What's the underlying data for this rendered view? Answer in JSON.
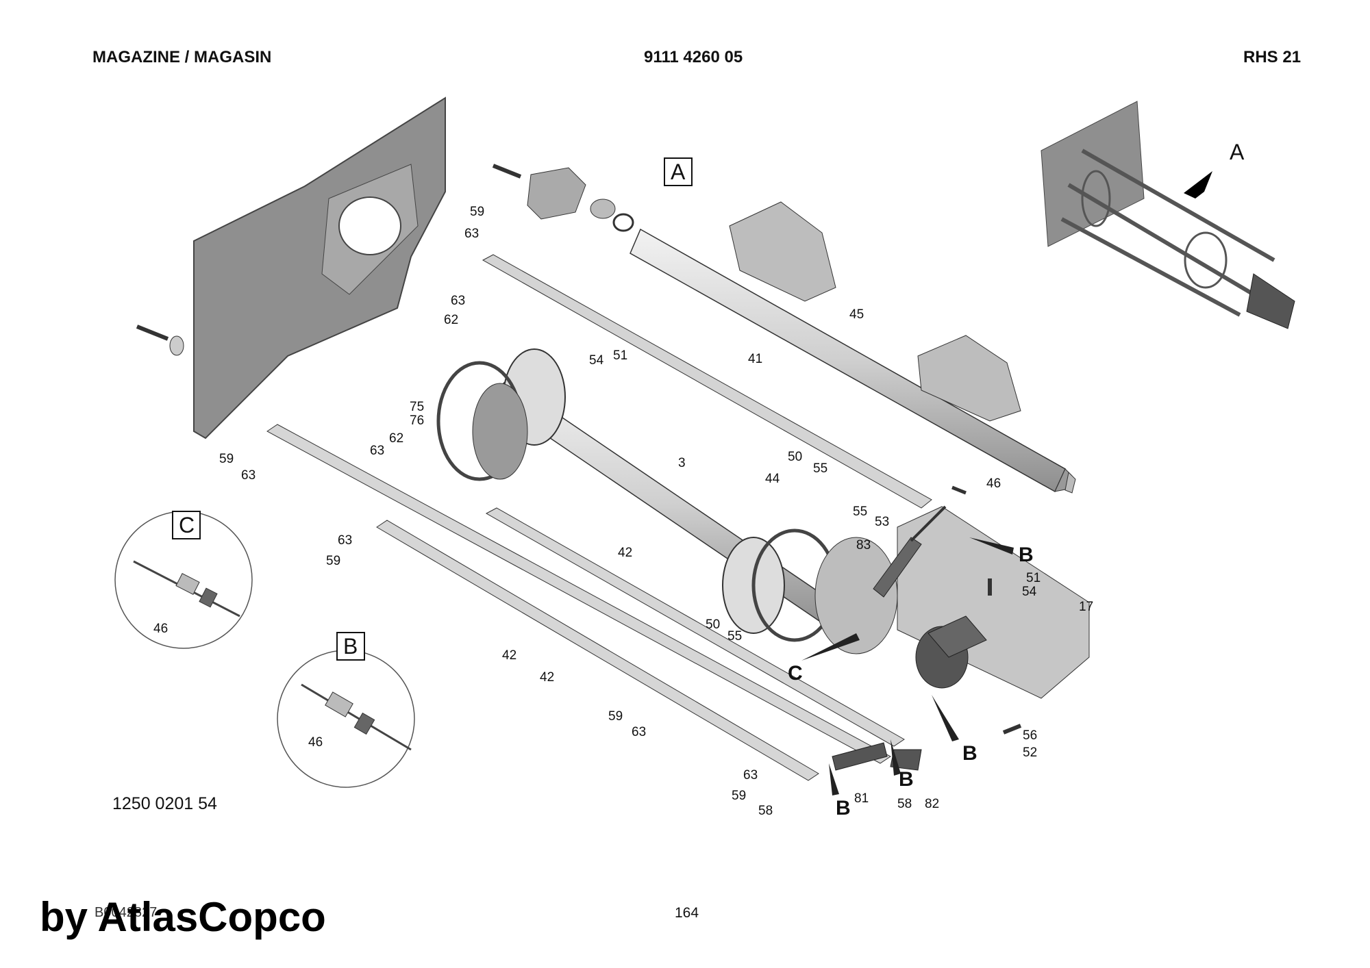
{
  "header": {
    "left": "MAGAZINE / MAGASIN",
    "center": "9111 4260 05",
    "right": "RHS 21"
  },
  "callouts": {
    "detail_a": "A",
    "detail_b": "B",
    "detail_c": "C",
    "inset_a": "A"
  },
  "labels": {
    "n59a": "59",
    "n63a": "63",
    "n63b": "63",
    "n62a": "62",
    "n54a": "54",
    "n51a": "51",
    "n45": "45",
    "n41": "41",
    "n75": "75",
    "n76": "76",
    "n62b": "62",
    "n63c": "63",
    "n59b": "59",
    "n63d": "63",
    "n3": "3",
    "n50a": "50",
    "n55a": "55",
    "n44": "44",
    "n55b": "55",
    "n53": "53",
    "n46a": "46",
    "n83": "83",
    "n51b": "51",
    "n54b": "54",
    "n17": "17",
    "n63e": "63",
    "n59c": "59",
    "n42a": "42",
    "n42b": "42",
    "n42c": "42",
    "n50b": "50",
    "n55c": "55",
    "n59d": "59",
    "n63f": "63",
    "n56": "56",
    "n52": "52",
    "n63g": "63",
    "n59e": "59",
    "n58a": "58",
    "n81": "81",
    "n58b": "58",
    "n82": "82",
    "n46b": "46",
    "n46c": "46",
    "bB1": "B",
    "bB2": "B",
    "bB3": "B",
    "bB4": "B",
    "bC": "C"
  },
  "footer": {
    "drawing_code": "1250 0201 54",
    "ref_number": "B0042827",
    "page": "164",
    "brand": "by AtlasCopco"
  }
}
